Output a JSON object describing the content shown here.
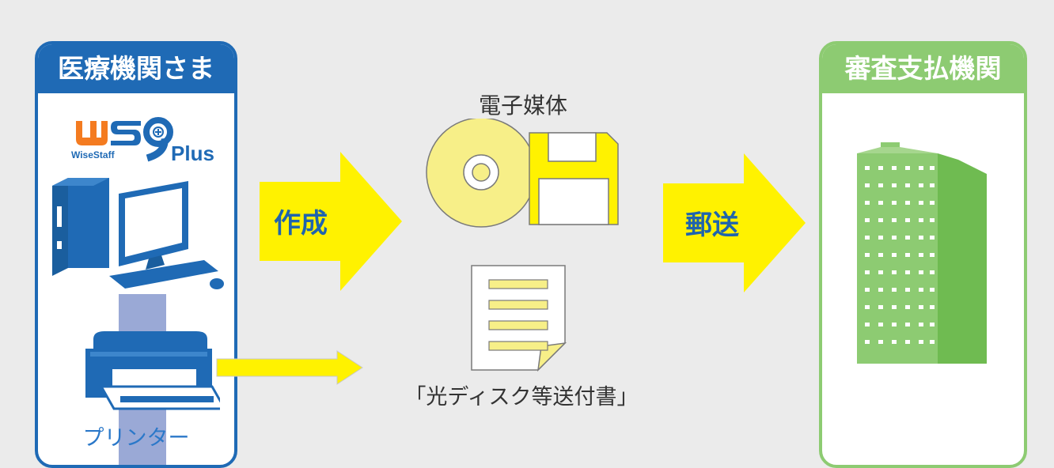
{
  "left_panel": {
    "title": "医療機関さま",
    "logo_text": "WiseStaff",
    "logo_mark": "WS9 Plus",
    "printer_label": "プリンター"
  },
  "arrow_create": {
    "label": "作成"
  },
  "arrow_mail": {
    "label": "郵送"
  },
  "media": {
    "title": "電子媒体"
  },
  "document": {
    "title": "「光ディスク等送付書」"
  },
  "right_panel": {
    "title": "審査支払機関"
  },
  "colors": {
    "blue": "#1f6ab5",
    "green": "#8dcb72",
    "yellow": "#fff200",
    "pale_yellow": "#f7ef88"
  }
}
